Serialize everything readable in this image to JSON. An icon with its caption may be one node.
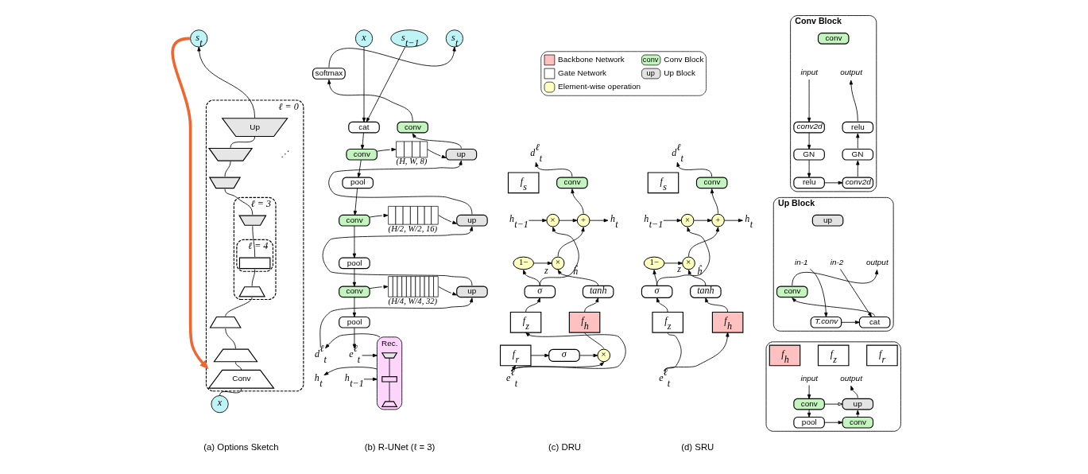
{
  "diagram": {
    "nodes": [
      {
        "text": [
          "s$_{t}$"
        ]
      },
      {
        "text": [
          "ℓ = 0"
        ]
      },
      {
        "text": [
          "Up"
        ],
        "in": 1
      },
      {
        "text": [],
        "shape": "trapezoid",
        "in": 1
      },
      {
        "text": [],
        "shape": "trapezoid",
        "in": 1
      },
      {
        "text": [
          "ℓ = 3"
        ],
        "in": 1
      },
      {
        "text": [],
        "shape": "trapezoid",
        "in": 5
      },
      {
        "text": [
          "ℓ = 4"
        ],
        "in": 5
      },
      {
        "text": [],
        "shape": "box",
        "in": 7
      },
      {
        "text": [],
        "shape": "trapezoid",
        "in": 5
      },
      {
        "text": [],
        "shape": "trapezoid",
        "in": 1
      },
      {
        "text": [],
        "shape": "trapezoid",
        "in": 1
      },
      {
        "text": [
          "Conv"
        ],
        "in": 1
      },
      {
        "text": [
          "x"
        ]
      },
      {
        "text": [
          "x"
        ]
      },
      {
        "text": [
          "s$_{t−1}$"
        ]
      },
      {
        "text": [
          "cat"
        ]
      },
      {
        "text": [
          "conv"
        ]
      },
      {
        "text": [
          "pool"
        ]
      },
      {
        "text": [
          "conv"
        ]
      },
      {
        "text": [
          "pool"
        ]
      },
      {
        "text": [
          "conv"
        ]
      },
      {
        "text": [
          "pool"
        ]
      },
      {
        "text": [],
        "shape": "stack",
        "beside": [
          "(H, W, 8)"
        ]
      },
      {
        "text": [],
        "shape": "stack",
        "beside": [
          "(H/2, W/2, 16)"
        ]
      },
      {
        "text": [],
        "shape": "stack",
        "beside": [
          "(H/4, W/4, 32)"
        ]
      },
      {
        "text": [
          "up"
        ]
      },
      {
        "text": [
          "up"
        ]
      },
      {
        "text": [
          "up"
        ]
      },
      {
        "text": [
          "conv"
        ]
      },
      {
        "text": [
          "softmax"
        ]
      },
      {
        "text": [
          "s$_{t}$"
        ]
      },
      {
        "text": [
          "e$^{ℓ}$$_{t}$"
        ]
      },
      {
        "text": [
          "h$_{t−1}$"
        ]
      },
      {
        "text": [
          "Rec."
        ]
      },
      {
        "text": [],
        "shape": "trapezoid",
        "in": 34
      },
      {
        "text": [],
        "shape": "box",
        "in": 34
      },
      {
        "text": [],
        "shape": "trapezoid",
        "in": 34
      },
      {
        "text": [
          "d$^{ℓ}$$_{t}$"
        ]
      },
      {
        "text": [
          "h$_{t}$"
        ]
      },
      {
        "text": [
          "d$^{ℓ}$$_{t}$"
        ]
      },
      {
        "text": [
          "f$_{s}$"
        ]
      },
      {
        "text": [
          "conv"
        ]
      },
      {
        "text": [
          "h$_{t−1}$"
        ]
      },
      {
        "text": [
          "×"
        ]
      },
      {
        "text": [
          "+"
        ]
      },
      {
        "text": [
          "h$_{t}$"
        ]
      },
      {
        "text": [
          "1−"
        ]
      },
      {
        "text": [
          "×"
        ]
      },
      {
        "text": [
          "σ"
        ]
      },
      {
        "text": [
          "tanh"
        ]
      },
      {
        "text": [
          "f$_{z}$"
        ]
      },
      {
        "text": [
          "f$_{h}$"
        ]
      },
      {
        "text": [
          "f$_{r}$"
        ]
      },
      {
        "text": [
          "σ"
        ]
      },
      {
        "text": [
          "×"
        ]
      },
      {
        "text": [
          "e$^{ℓ}$$_{t}$"
        ]
      },
      {
        "text": [
          "d$^{ℓ}$$_{t}$"
        ]
      },
      {
        "text": [
          "f$_{s}$"
        ]
      },
      {
        "text": [
          "conv"
        ]
      },
      {
        "text": [
          "h$_{t−1}$"
        ]
      },
      {
        "text": [
          "×"
        ]
      },
      {
        "text": [
          "+"
        ]
      },
      {
        "text": [
          "h$_{t}$"
        ]
      },
      {
        "text": [
          "1−"
        ]
      },
      {
        "text": [
          "×"
        ]
      },
      {
        "text": [
          "σ"
        ]
      },
      {
        "text": [
          "tanh"
        ]
      },
      {
        "text": [
          "f$_{z}$"
        ]
      },
      {
        "text": [
          "f$_{h}$"
        ]
      },
      {
        "text": [
          "e$^{ℓ}$$_{t}$"
        ]
      },
      {
        "text": [
          "Conv Block"
        ]
      },
      {
        "text": [
          "conv"
        ],
        "in": 71
      },
      {
        "text": [
          "input"
        ],
        "in": 71
      },
      {
        "text": [
          "output"
        ],
        "in": 71
      },
      {
        "text": [
          "conv2d"
        ],
        "in": 71
      },
      {
        "text": [
          "relu"
        ],
        "in": 71
      },
      {
        "text": [
          "GN"
        ],
        "in": 71
      },
      {
        "text": [
          "GN"
        ],
        "in": 71
      },
      {
        "text": [
          "relu"
        ],
        "in": 71
      },
      {
        "text": [
          "conv2d"
        ],
        "in": 71
      },
      {
        "text": [
          "Up Block"
        ]
      },
      {
        "text": [
          "up"
        ],
        "in": 81
      },
      {
        "text": [
          "in-1"
        ],
        "in": 81
      },
      {
        "text": [
          "in-2"
        ],
        "in": 81
      },
      {
        "text": [
          "output"
        ],
        "in": 81
      },
      {
        "text": [
          "conv"
        ],
        "in": 81
      },
      {
        "text": [
          "T.conv"
        ],
        "in": 81
      },
      {
        "text": [
          "cat"
        ],
        "in": 81
      },
      {
        "text": [],
        "shape": "box"
      },
      {
        "text": [
          "f$_{h}$"
        ],
        "in": 89
      },
      {
        "text": [
          "f$_{z}$"
        ],
        "in": 89
      },
      {
        "text": [
          "f$_{r}$"
        ],
        "in": 89
      },
      {
        "text": [
          "input"
        ],
        "in": 89
      },
      {
        "text": [
          "output"
        ],
        "in": 89
      },
      {
        "text": [
          "conv"
        ],
        "in": 89
      },
      {
        "text": [
          "up"
        ],
        "in": 89
      },
      {
        "text": [
          "pool"
        ],
        "in": 89
      },
      {
        "text": [
          "conv"
        ],
        "in": 89
      }
    ],
    "edges": [
      {
        "from": 13,
        "to": 12,
        "arrow": "none"
      },
      {
        "from": 12,
        "to": 11,
        "arrow": "none"
      },
      {
        "from": 11,
        "to": 10,
        "arrow": "none"
      },
      {
        "from": 10,
        "to": 9,
        "arrow": "none"
      },
      {
        "from": 9,
        "to": 8,
        "arrow": "none"
      },
      {
        "from": 8,
        "to": 6,
        "arrow": "none"
      },
      {
        "from": 6,
        "to": 4,
        "arrow": "none"
      },
      {
        "from": 4,
        "to": 3,
        "arrow": "none"
      },
      {
        "from": 3,
        "to": 2,
        "arrow": "none"
      },
      {
        "from": 2,
        "to": 0,
        "arrow": "to"
      },
      {
        "from": 0,
        "to": 1,
        "arrow": "to",
        "style": "thick",
        "color": "#f26430"
      },
      {
        "from": 14,
        "to": 16,
        "arrow": "to"
      },
      {
        "from": 15,
        "to": 16,
        "arrow": "to"
      },
      {
        "from": 16,
        "to": 17,
        "arrow": "to"
      },
      {
        "from": 17,
        "to": 18,
        "arrow": "to"
      },
      {
        "from": 18,
        "to": 19,
        "arrow": "to"
      },
      {
        "from": 19,
        "to": 20,
        "arrow": "to"
      },
      {
        "from": 20,
        "to": 21,
        "arrow": "to"
      },
      {
        "from": 21,
        "to": 22,
        "arrow": "to"
      },
      {
        "from": 22,
        "to": 32,
        "arrow": "to"
      },
      {
        "from": 17,
        "to": 23,
        "arrow": "to"
      },
      {
        "from": 23,
        "to": 26,
        "arrow": "to"
      },
      {
        "from": 19,
        "to": 24,
        "arrow": "to"
      },
      {
        "from": 24,
        "to": 27,
        "arrow": "to"
      },
      {
        "from": 21,
        "to": 25,
        "arrow": "to"
      },
      {
        "from": 25,
        "to": 28,
        "arrow": "to"
      },
      {
        "from": 32,
        "to": 34,
        "arrow": "to"
      },
      {
        "from": 33,
        "to": 34,
        "arrow": "to"
      },
      {
        "from": 34,
        "to": 38,
        "arrow": "to"
      },
      {
        "from": 34,
        "to": 39,
        "arrow": "to"
      },
      {
        "from": 38,
        "to": 28,
        "arrow": "to"
      },
      {
        "from": 28,
        "to": 27,
        "arrow": "to"
      },
      {
        "from": 27,
        "to": 26,
        "arrow": "to"
      },
      {
        "from": 26,
        "to": 29,
        "arrow": "to"
      },
      {
        "from": 29,
        "to": 30,
        "arrow": "to"
      },
      {
        "from": 30,
        "to": 31,
        "arrow": "to"
      },
      {
        "from": 35,
        "to": 36,
        "arrow": "none"
      },
      {
        "from": 36,
        "to": 37,
        "arrow": "none"
      },
      {
        "from": 43,
        "to": 44,
        "arrow": "to"
      },
      {
        "from": 44,
        "to": 45,
        "arrow": "to"
      },
      {
        "from": 45,
        "to": 46,
        "arrow": "to"
      },
      {
        "from": 45,
        "to": 42,
        "arrow": "to"
      },
      {
        "from": 42,
        "to": 40,
        "arrow": "to"
      },
      {
        "from": 49,
        "to": 44,
        "arrow": "to",
        "label": "z"
      },
      {
        "from": 49,
        "to": 47,
        "arrow": "to"
      },
      {
        "from": 47,
        "to": 48,
        "arrow": "to"
      },
      {
        "from": 48,
        "to": 45,
        "arrow": "to"
      },
      {
        "from": 50,
        "to": 48,
        "arrow": "to",
        "label": "ĥ"
      },
      {
        "from": 51,
        "to": 49,
        "arrow": "to"
      },
      {
        "from": 52,
        "to": 50,
        "arrow": "to"
      },
      {
        "from": 55,
        "to": 52,
        "arrow": "none"
      },
      {
        "from": 56,
        "to": 51,
        "arrow": "to"
      },
      {
        "from": 56,
        "to": 53,
        "arrow": "to"
      },
      {
        "from": 53,
        "to": 54,
        "arrow": "to"
      },
      {
        "from": 54,
        "to": 55,
        "arrow": "to"
      },
      {
        "from": 56,
        "to": 55,
        "arrow": "to"
      },
      {
        "from": 60,
        "to": 61,
        "arrow": "to"
      },
      {
        "from": 61,
        "to": 62,
        "arrow": "to"
      },
      {
        "from": 62,
        "to": 63,
        "arrow": "to"
      },
      {
        "from": 62,
        "to": 59,
        "arrow": "to"
      },
      {
        "from": 59,
        "to": 57,
        "arrow": "to"
      },
      {
        "from": 66,
        "to": 61,
        "arrow": "to",
        "label": "z"
      },
      {
        "from": 66,
        "to": 64,
        "arrow": "to"
      },
      {
        "from": 64,
        "to": 65,
        "arrow": "to"
      },
      {
        "from": 65,
        "to": 62,
        "arrow": "to"
      },
      {
        "from": 67,
        "to": 65,
        "arrow": "to",
        "label": "ĥ"
      },
      {
        "from": 68,
        "to": 66,
        "arrow": "to"
      },
      {
        "from": 69,
        "to": 67,
        "arrow": "to"
      },
      {
        "from": 70,
        "to": 68,
        "arrow": "none"
      },
      {
        "from": 70,
        "to": 69,
        "arrow": "to"
      },
      {
        "from": 73,
        "to": 75,
        "arrow": "to"
      },
      {
        "from": 75,
        "to": 77,
        "arrow": "to"
      },
      {
        "from": 77,
        "to": 79,
        "arrow": "to"
      },
      {
        "from": 79,
        "to": 80,
        "arrow": "to"
      },
      {
        "from": 80,
        "to": 78,
        "arrow": "to"
      },
      {
        "from": 78,
        "to": 76,
        "arrow": "to"
      },
      {
        "from": 76,
        "to": 74,
        "arrow": "to"
      },
      {
        "from": 83,
        "to": 87,
        "arrow": "to"
      },
      {
        "from": 84,
        "to": 88,
        "arrow": "to"
      },
      {
        "from": 87,
        "to": 88,
        "arrow": "to"
      },
      {
        "from": 88,
        "to": 86,
        "arrow": "to"
      },
      {
        "from": 86,
        "to": 85,
        "arrow": "to"
      },
      {
        "from": 93,
        "to": 95,
        "arrow": "to"
      },
      {
        "from": 95,
        "to": 96,
        "arrow": "to"
      },
      {
        "from": 95,
        "to": 97,
        "arrow": "to"
      },
      {
        "from": 97,
        "to": 98,
        "arrow": "to"
      },
      {
        "from": 98,
        "to": 96,
        "arrow": "to"
      },
      {
        "from": 96,
        "to": 94,
        "arrow": "to"
      }
    ],
    "labels": [
      "conv",
      "up",
      "⋰",
      "(a) Options Sketch",
      "(b) R-UNet (ℓ = 3)",
      "(c) DRU",
      "(d) SRU"
    ],
    "legend": [
      {
        "text": "Backbone Network",
        "color": "#ffc0c0"
      },
      {
        "text": "Conv Block",
        "color": "#c4f5bf"
      },
      {
        "text": "Gate Network",
        "color": "#ffffff"
      },
      {
        "text": "Up Block",
        "color": "#e3e3e3"
      },
      {
        "text": "Element-wise operation",
        "color": "#ffffc0"
      }
    ]
  }
}
